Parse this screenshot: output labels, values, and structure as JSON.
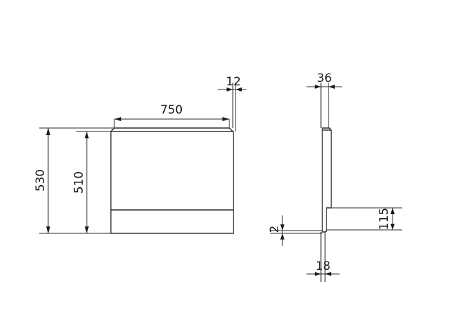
{
  "front_view": {
    "width_label": "750",
    "thickness_label": "12",
    "total_height_label": "530",
    "panel_height_label": "510"
  },
  "side_view": {
    "top_depth_label": "36",
    "bottom_depth_label": "18",
    "gap_label": "2",
    "foot_height_label": "115"
  }
}
